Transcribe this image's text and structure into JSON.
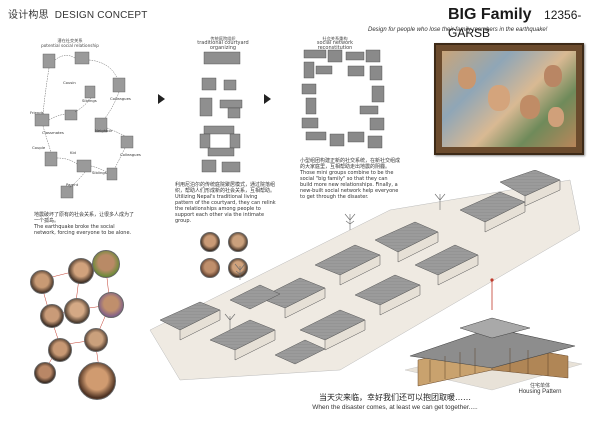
{
  "header": {
    "section_cn": "设计构思",
    "section_en": "DESIGN CONCEPT"
  },
  "project": {
    "title": "BIG Family",
    "code": "12356-GARSB",
    "subtitle": "Design for people who lose their family members in the earthquake!"
  },
  "columns": {
    "col1_title_cn": "潜在社交关系",
    "col1_title_en": "potential social relationship",
    "col2_title_cn": "传统庭院组织",
    "col2_title_en": "traditional courtyard organizing",
    "col3_title_cn": "社会关系重构",
    "col3_title_en": "social network reconstitution"
  },
  "relation_labels": [
    "Cousin",
    "Colleagues",
    "Siblings",
    "Friends",
    "Neighbor",
    "Classmates",
    "Couple",
    "Kid",
    "Colleagues",
    "Siblings",
    "Parent"
  ],
  "notes": {
    "col1_cn": "地震破坏了原有的社会关系，让很多人成为了一个孤岛。",
    "col1_en": "The earthquake broke the social network, forcing everyone to be alone.",
    "col2_cn": "利用尼泊尔的传统庭院聚居模式，通过院落组织，帮助人们形成新的社会关系，互相帮助。",
    "col2_en": "Utilizing Nepal's traditional living pattern of the courtyard, they can relink the relationships among people to support each other via the intimate group.",
    "col3_cn": "小型组团构建正新的社交系统，在新社交组成的大家庭里，互相帮助走出地震的阴霾。",
    "col3_en": "Those mini groups combine to be the social \"big family\" so that they can build more new relationships. Finally, a new-built social network help everyone to get through the disaster."
  },
  "footer": {
    "slogan_cn": "当天灾来临，幸好我们还可以抱团取暖……",
    "slogan_en": "When the disaster comes, at least we can get together.....",
    "pattern_cn": "住宅单体",
    "pattern_en": "Housing Pattern"
  },
  "colors": {
    "frame": "#6b4b2d",
    "roof": "#8a8a8a",
    "wall": "#e9e4da",
    "red_line": "#c0392b"
  }
}
